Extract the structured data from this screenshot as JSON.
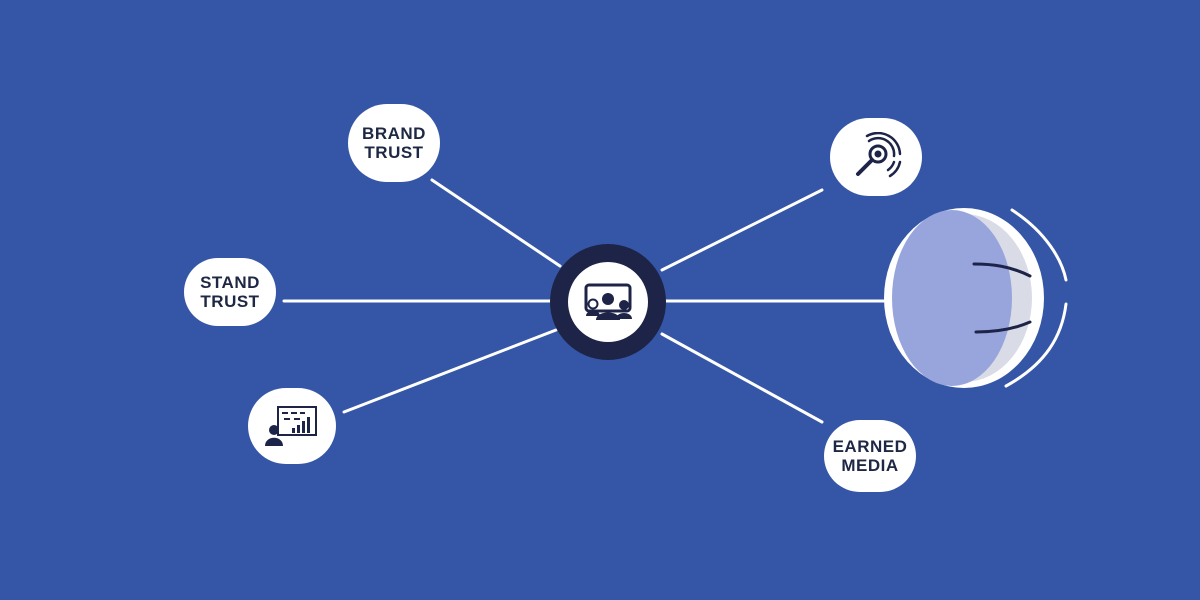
{
  "colors": {
    "background": "#3556a6",
    "hub": "#1d2448",
    "node": "#ffffff",
    "text": "#1e2744",
    "line": "#ffffff",
    "eye_front": "#97a5dc",
    "eye_back": "#d9dce6"
  },
  "hub": {
    "icon": "group-meeting-icon"
  },
  "nodes": {
    "brand_trust": {
      "label": "BRAND\nTRUST"
    },
    "stand_trust": {
      "label": "STAND\nTRUST"
    },
    "presentation": {
      "icon": "presenter-chart-icon"
    },
    "search": {
      "icon": "search-signal-icon"
    },
    "earned_media": {
      "label": "EARNED\nMEDIA"
    }
  },
  "eye": {
    "icon": "eye-lens-icon"
  }
}
